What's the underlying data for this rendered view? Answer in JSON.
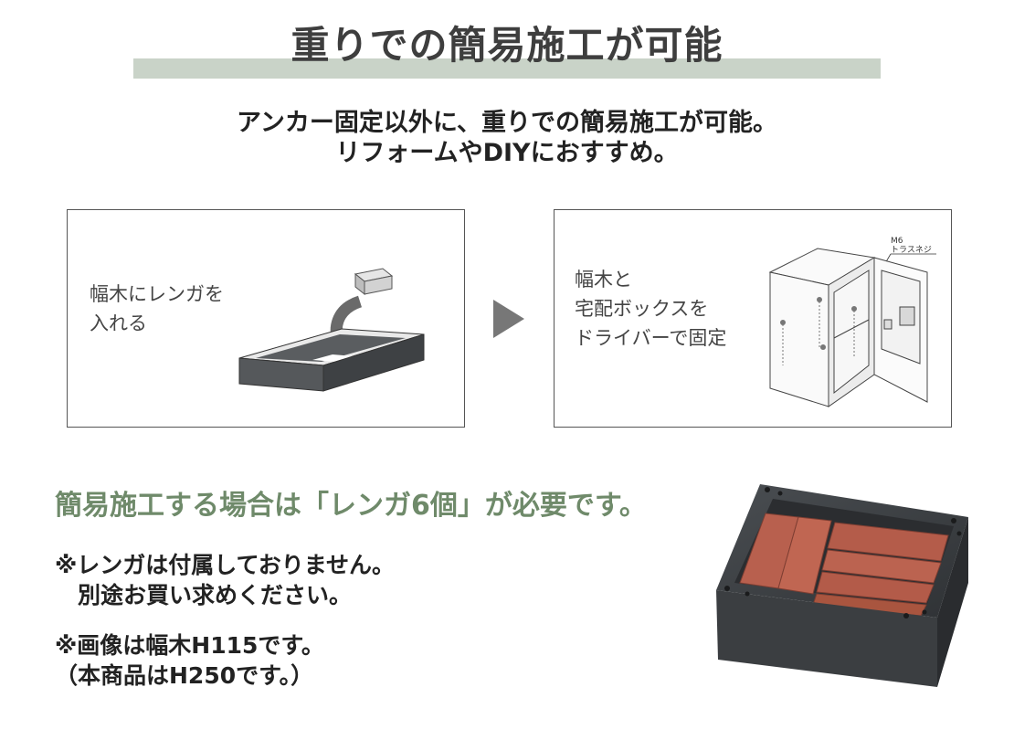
{
  "title": "重りでの簡易施工が可能",
  "lead": {
    "line1": "アンカー固定以外に、重りでの簡易施工が可能。",
    "line2": "リフォームやDIYにおすすめ。"
  },
  "panel_left": {
    "text": "幅木にレンガを\n入れる"
  },
  "panel_right": {
    "text": "幅木と\n宅配ボックスを\nドライバーで固定",
    "callout_line1": "M6",
    "callout_line2": "トラスネジ"
  },
  "note_heading": "簡易施工する場合は「レンガ6個」が必要です。",
  "notes": [
    "※レンガは付属しておりません。\n　別途お買い求めください。",
    "※画像は幅木H115です。\n（本商品はH250です。）"
  ],
  "colors": {
    "accent_green": "#6f8a6a",
    "title_bar": "#c9d3c8",
    "brick": "#b8604e",
    "frame": "#3a3d40"
  }
}
